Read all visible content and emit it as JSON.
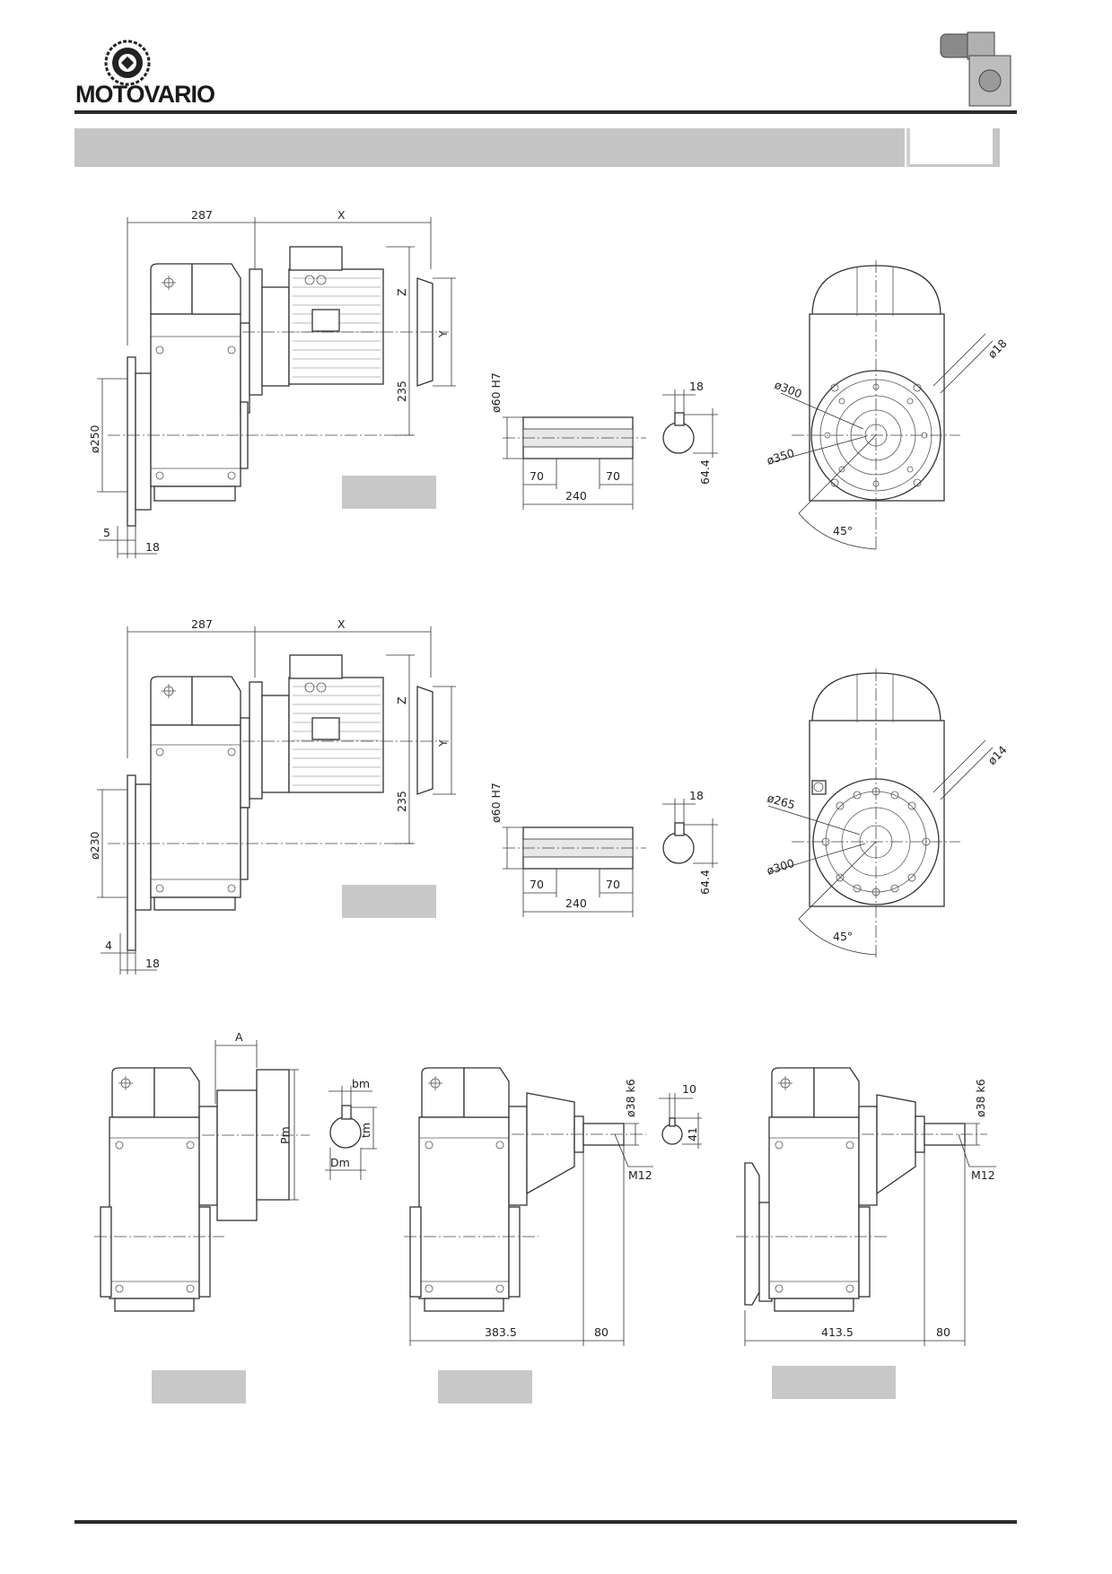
{
  "brand": {
    "name": "MOTOVARIO"
  },
  "section_header": {
    "title": "",
    "code": ""
  },
  "views": {
    "view1": {
      "dims": {
        "top_left": "287",
        "top_right": "X",
        "z": "Z",
        "y": "Y",
        "height": "235",
        "flange_dia": "ø250",
        "left_offset": "5",
        "bottom": "18"
      },
      "caption": ""
    },
    "shaft1": {
      "dims": {
        "bore": "ø60 H7",
        "seg_left": "70",
        "seg_right": "70",
        "length": "240",
        "key_width": "18",
        "key_height": "64.4"
      }
    },
    "flange1": {
      "dims": {
        "hole": "ø18",
        "pcd_small": "ø300",
        "pcd_large": "ø350",
        "angle": "45°"
      }
    },
    "view2": {
      "dims": {
        "top_left": "287",
        "top_right": "X",
        "z": "Z",
        "y": "Y",
        "height": "235",
        "flange_dia": "ø230",
        "left_offset": "4",
        "bottom": "18"
      },
      "caption": ""
    },
    "shaft2": {
      "dims": {
        "bore": "ø60 H7",
        "seg_left": "70",
        "seg_right": "70",
        "length": "240",
        "key_width": "18",
        "key_height": "64.4"
      }
    },
    "flange2": {
      "dims": {
        "hole": "ø14",
        "pcd_small": "ø265",
        "pcd_large": "ø300",
        "angle": "45°"
      }
    },
    "view3": {
      "dims": {
        "a": "A",
        "pm": "Pm",
        "bm": "bm",
        "tm": "tm",
        "dm": "Dm"
      },
      "caption": ""
    },
    "view4": {
      "dims": {
        "shaft_dia": "ø38 k6",
        "key_w": "10",
        "key_h": "41",
        "thread": "M12",
        "length": "383.5",
        "shaft_len": "80"
      },
      "caption": ""
    },
    "view5": {
      "dims": {
        "shaft_dia": "ø38 k6",
        "thread": "M12",
        "length": "413.5",
        "shaft_len": "80"
      },
      "caption": ""
    }
  }
}
